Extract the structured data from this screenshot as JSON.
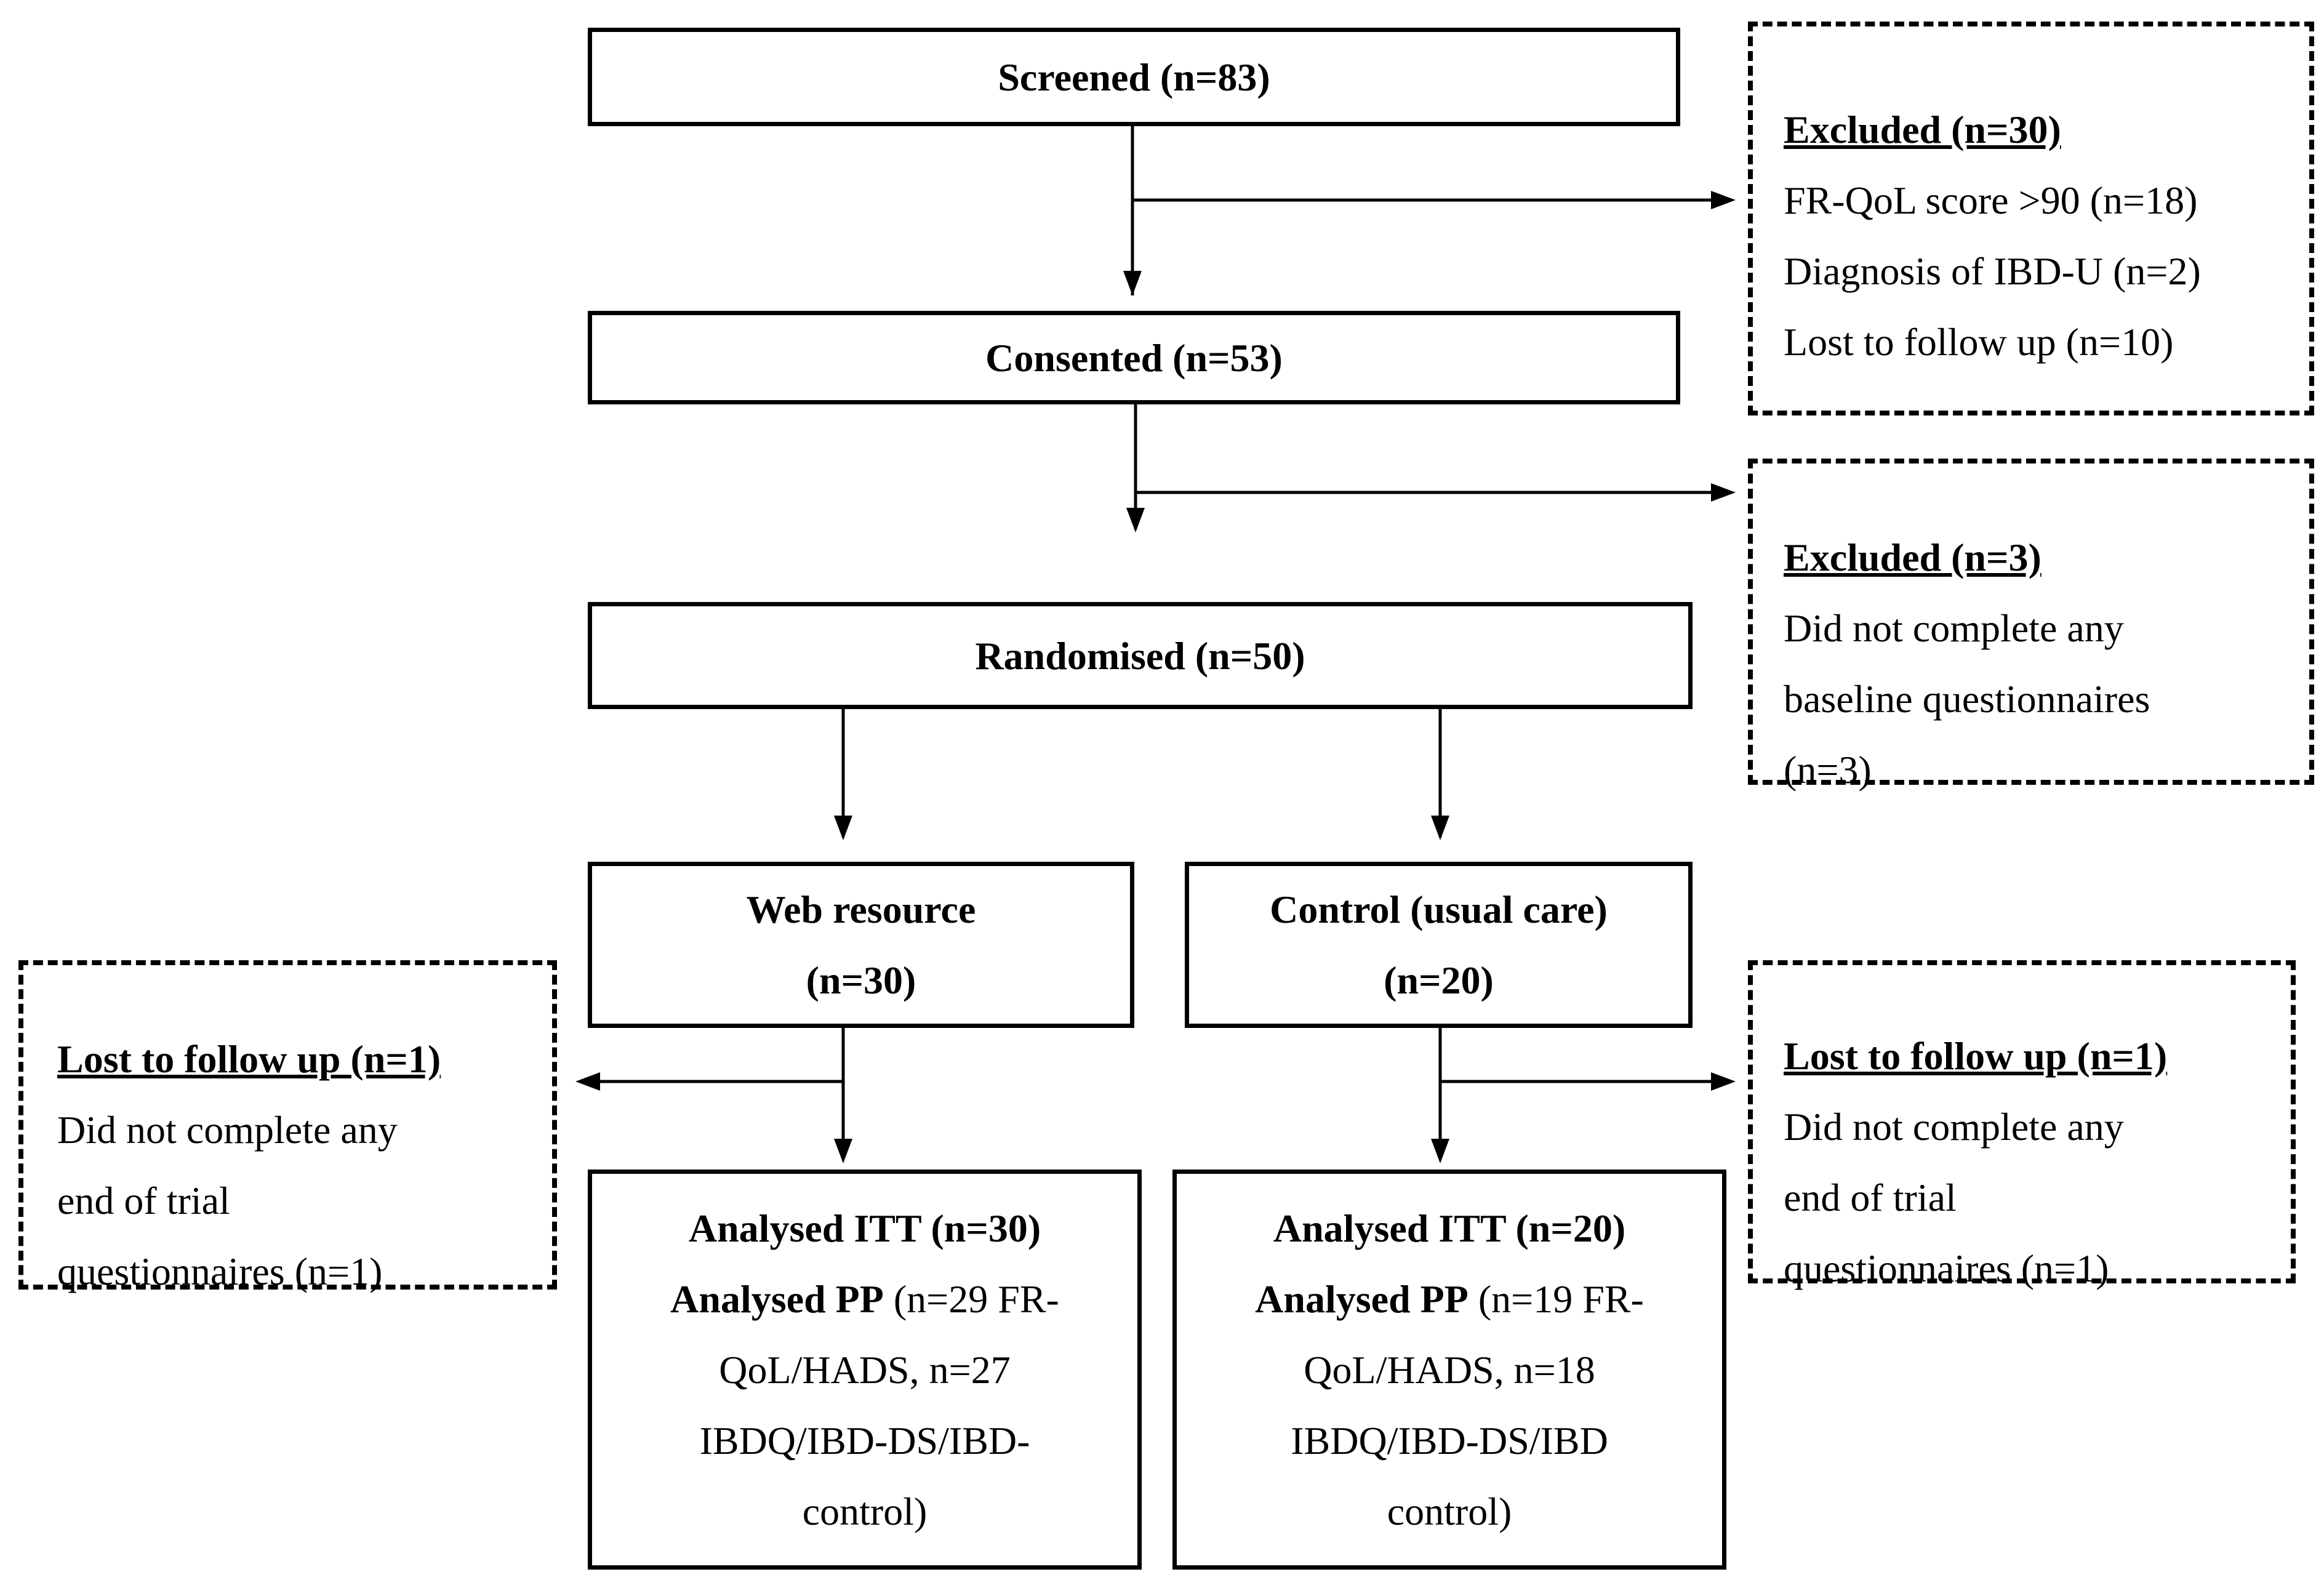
{
  "flow": {
    "screened": "Screened (n=83)",
    "consented": "Consented (n=53)",
    "randomised": "Randomised (n=50)",
    "web": {
      "line1": "Web resource",
      "line2": "(n=30)"
    },
    "control": {
      "line1": "Control (usual care)",
      "line2": "(n=20)"
    },
    "analysed_web": {
      "itt": "Analysed ITT (n=30)",
      "pp_label": "Analysed PP",
      "pp_rest": " (n=29 FR-",
      "line3": "QoL/HADS, n=27",
      "line4": "IBDQ/IBD-DS/IBD-",
      "line5": "control)"
    },
    "analysed_control": {
      "itt": "Analysed ITT (n=20)",
      "pp_label": "Analysed PP",
      "pp_rest": " (n=19 FR-",
      "line3": "QoL/HADS, n=18",
      "line4": "IBDQ/IBD-DS/IBD",
      "line5": "control)"
    }
  },
  "exclusions": {
    "first": {
      "title": "Excluded (n=30)",
      "lines": [
        "FR-QoL score >90 (n=18)",
        "Diagnosis of IBD-U (n=2)",
        "Lost to follow up (n=10)"
      ]
    },
    "second": {
      "title": "Excluded (n=3)",
      "lines": [
        "Did not complete any",
        "baseline questionnaires",
        "(n=3)"
      ]
    },
    "lost_web": {
      "title": "Lost to follow up (n=1)",
      "lines": [
        "Did not complete any",
        "end of trial",
        "questionnaires (n=1)"
      ]
    },
    "lost_control": {
      "title": "Lost to follow up (n=1)",
      "lines": [
        "Did not complete any",
        "end of trial",
        "questionnaires (n=1)"
      ]
    }
  }
}
